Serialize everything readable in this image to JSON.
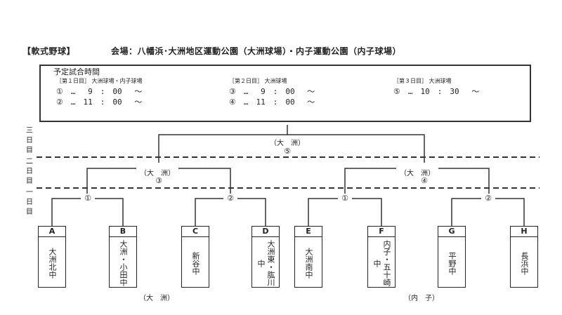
{
  "header": {
    "sport": "【軟式野球】",
    "venue": "会場：八幡浜･大洲地区運動公園（大洲球場）・内子運動公園（内子球場）"
  },
  "schedule": {
    "title": "予定試合時間",
    "days": [
      {
        "label": "［第１日目］ 大洲球場・内子球場",
        "rows": [
          "①　…　 9　:　00　 〜",
          "②　…　11　:　00　 〜"
        ]
      },
      {
        "label": "［第２日目］ 大洲球場",
        "rows": [
          "③　…　 9　:　00　 〜",
          "④　…　11　:　00　 〜"
        ]
      },
      {
        "label": "［第３日目］ 大洲球場",
        "rows": [
          "⑤　…　10　:　30　 〜"
        ]
      }
    ]
  },
  "day_labels": {
    "day3": "三日目",
    "day2": "二日目",
    "day1": "一日目"
  },
  "matches": {
    "final": {
      "venue": "（大　洲）",
      "num": "⑤"
    },
    "semi_left": {
      "venue": "（大　洲）",
      "num": "③"
    },
    "semi_right": {
      "venue": "（大　洲）",
      "num": "④"
    },
    "q1": "①",
    "q2": "②",
    "q3": "①",
    "q4": "②"
  },
  "teams": [
    {
      "letter": "A",
      "name": "大洲北中"
    },
    {
      "letter": "B",
      "name": "大洲・小田中"
    },
    {
      "letter": "C",
      "name": "新谷中"
    },
    {
      "letter": "D",
      "name": "大洲東・肱川中"
    },
    {
      "letter": "E",
      "name": "大洲南中"
    },
    {
      "letter": "F",
      "name": "内子・五十崎中"
    },
    {
      "letter": "G",
      "name": "平野中"
    },
    {
      "letter": "H",
      "name": "長浜中"
    }
  ],
  "footer": {
    "left": "（大　洲）",
    "right": "（内　子）"
  }
}
